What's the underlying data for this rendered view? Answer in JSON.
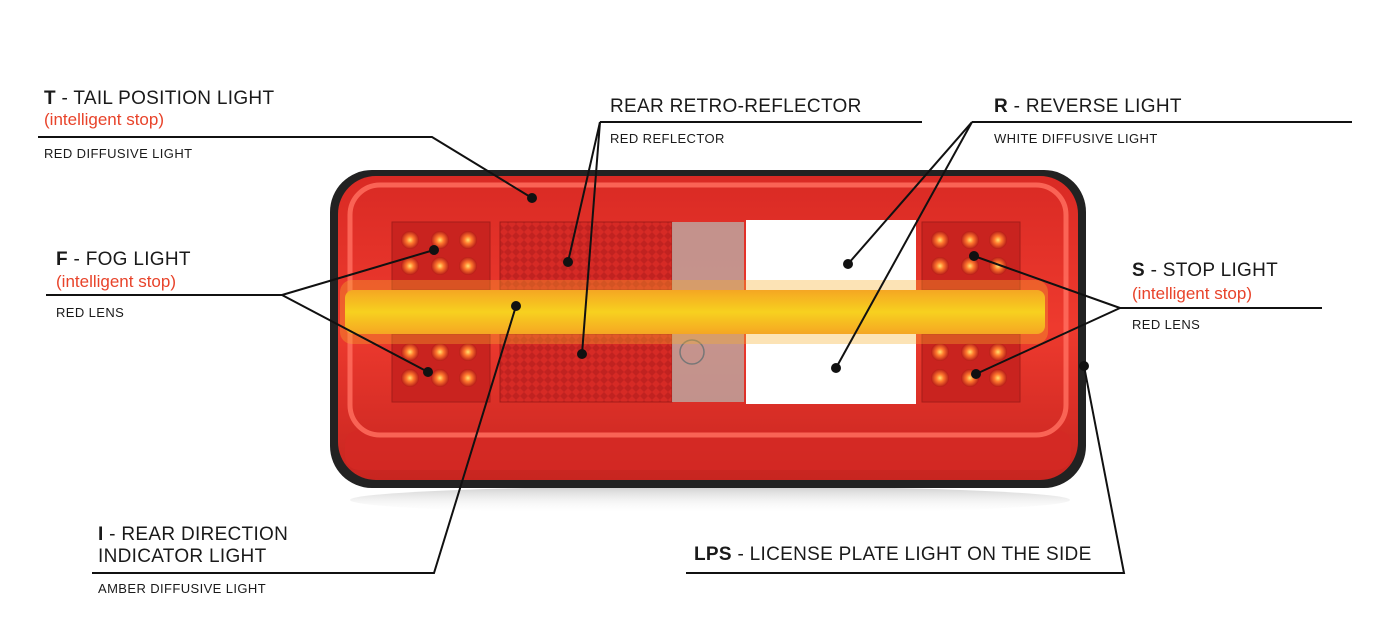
{
  "labels": {
    "tail": {
      "code": "T",
      "name": " - TAIL POSITION LIGHT",
      "sub": "(intelligent stop)",
      "desc": "RED DIFFUSIVE LIGHT"
    },
    "reflector": {
      "name": "REAR RETRO-REFLECTOR",
      "desc": "RED REFLECTOR"
    },
    "reverse": {
      "code": "R",
      "name": " - REVERSE LIGHT",
      "desc": "WHITE DIFFUSIVE LIGHT"
    },
    "fog": {
      "code": "F",
      "name": " - FOG LIGHT",
      "sub": "(intelligent stop)",
      "desc": "RED LENS"
    },
    "stop": {
      "code": "S",
      "name": " - STOP LIGHT",
      "sub": "(intelligent stop)",
      "desc": "RED LENS"
    },
    "indicator": {
      "code": "I",
      "name": " - REAR DIRECTION",
      "name2": "INDICATOR LIGHT",
      "desc": "AMBER DIFFUSIVE LIGHT"
    },
    "lps": {
      "code": "LPS",
      "name": " - LICENSE PLATE LIGHT ON THE SIDE"
    }
  },
  "colors": {
    "lamp_red": "#e8332b",
    "amber_bar": "#f2c21a",
    "white_lens": "#ffffff",
    "accent_text": "#e8432a",
    "housing": "#1a1a1a"
  }
}
